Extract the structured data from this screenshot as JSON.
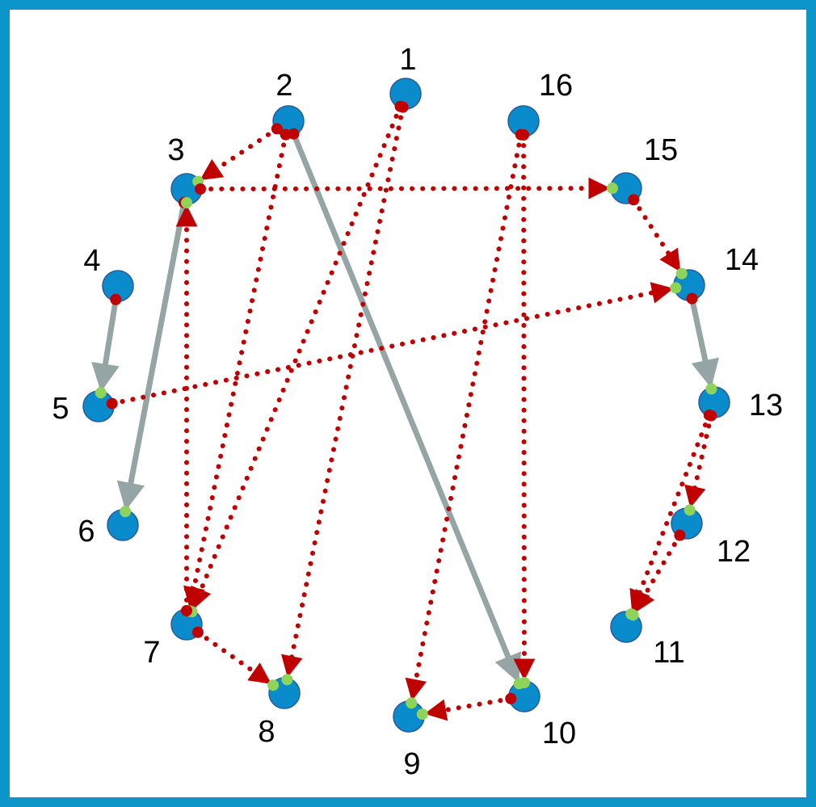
{
  "colors": {
    "frame": "#0b95c9",
    "node_fill": "#0a8ccc",
    "node_stroke": "#2a5a9a",
    "solid_edge": "#95a5a6",
    "dotted_edge": "#c00000",
    "port_out": "#c00000",
    "port_in": "#8fd45a"
  },
  "nodes": [
    {
      "id": "1",
      "label": "1"
    },
    {
      "id": "2",
      "label": "2"
    },
    {
      "id": "3",
      "label": "3"
    },
    {
      "id": "4",
      "label": "4"
    },
    {
      "id": "5",
      "label": "5"
    },
    {
      "id": "6",
      "label": "6"
    },
    {
      "id": "7",
      "label": "7"
    },
    {
      "id": "8",
      "label": "8"
    },
    {
      "id": "9",
      "label": "9"
    },
    {
      "id": "10",
      "label": "10"
    },
    {
      "id": "11",
      "label": "11"
    },
    {
      "id": "12",
      "label": "12"
    },
    {
      "id": "13",
      "label": "13"
    },
    {
      "id": "14",
      "label": "14"
    },
    {
      "id": "15",
      "label": "15"
    },
    {
      "id": "16",
      "label": "16"
    }
  ],
  "edges": [
    {
      "from": "2",
      "to": "3",
      "style": "dotted"
    },
    {
      "from": "2",
      "to": "7",
      "style": "dotted"
    },
    {
      "from": "2",
      "to": "10",
      "style": "solid"
    },
    {
      "from": "1",
      "to": "7",
      "style": "dotted"
    },
    {
      "from": "1",
      "to": "8",
      "style": "dotted"
    },
    {
      "from": "16",
      "to": "9",
      "style": "dotted"
    },
    {
      "from": "16",
      "to": "10",
      "style": "dotted"
    },
    {
      "from": "3",
      "to": "6",
      "style": "solid"
    },
    {
      "from": "3",
      "to": "15",
      "style": "dotted"
    },
    {
      "from": "7",
      "to": "3",
      "style": "dotted"
    },
    {
      "from": "7",
      "to": "8",
      "style": "dotted"
    },
    {
      "from": "4",
      "to": "5",
      "style": "solid"
    },
    {
      "from": "5",
      "to": "14",
      "style": "dotted"
    },
    {
      "from": "15",
      "to": "14",
      "style": "dotted"
    },
    {
      "from": "14",
      "to": "13",
      "style": "solid"
    },
    {
      "from": "13",
      "to": "12",
      "style": "dotted"
    },
    {
      "from": "13",
      "to": "11",
      "style": "dotted"
    },
    {
      "from": "12",
      "to": "11",
      "style": "dotted"
    },
    {
      "from": "10",
      "to": "9",
      "style": "dotted"
    }
  ]
}
